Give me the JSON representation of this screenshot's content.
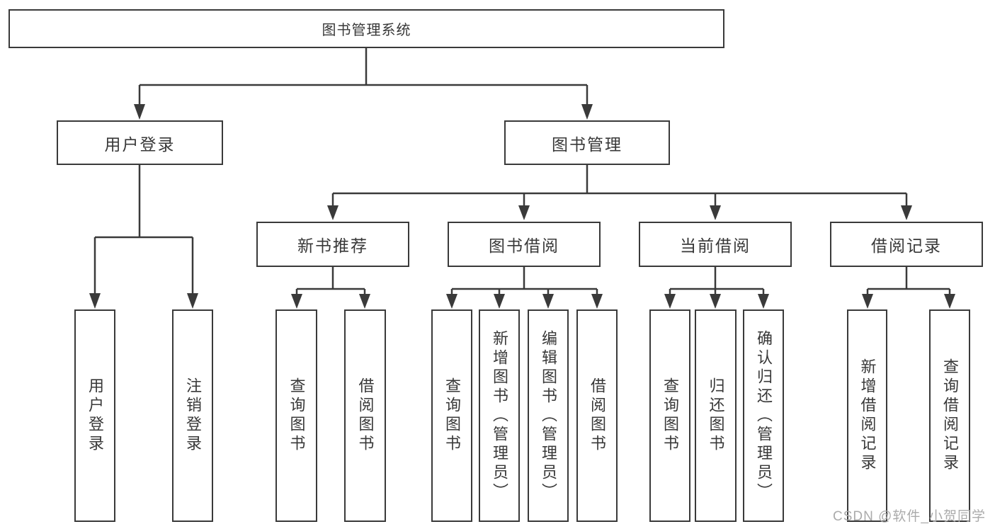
{
  "tree": {
    "label": "图书管理系统",
    "children": [
      {
        "label": "用户登录",
        "children": [
          {
            "label": "用户登录"
          },
          {
            "label": "注销登录"
          }
        ]
      },
      {
        "label": "图书管理",
        "children": [
          {
            "label": "新书推荐",
            "children": [
              {
                "label": "查询图书"
              },
              {
                "label": "借阅图书"
              }
            ]
          },
          {
            "label": "图书借阅",
            "children": [
              {
                "label": "查询图书"
              },
              {
                "label": "新增图书（管理员）"
              },
              {
                "label": "编辑图书（管理员）"
              },
              {
                "label": "借阅图书"
              }
            ]
          },
          {
            "label": "当前借阅",
            "children": [
              {
                "label": "查询图书"
              },
              {
                "label": "归还图书"
              },
              {
                "label": "确认归还（管理员）"
              }
            ]
          },
          {
            "label": "借阅记录",
            "children": [
              {
                "label": "新增借阅记录"
              },
              {
                "label": "查询借阅记录"
              }
            ]
          }
        ]
      }
    ]
  },
  "watermark": {
    "text": "CSDN @软件_小贺同学"
  },
  "colors": {
    "line": "#3a3a3a",
    "border": "#3a3a3a",
    "text": "#383838",
    "watermark": "#ababab",
    "background": "#ffffff"
  }
}
